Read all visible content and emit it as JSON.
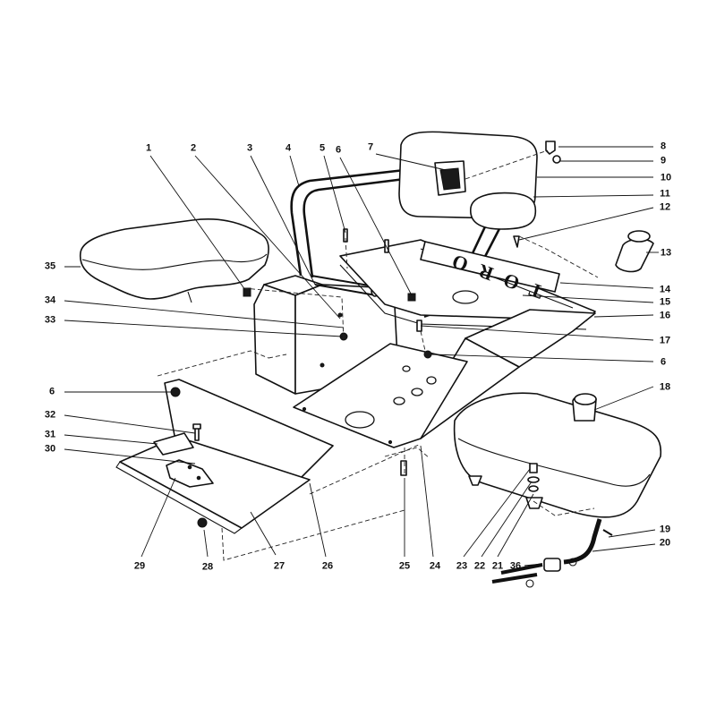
{
  "diagram": {
    "logo_text": "TORO",
    "callouts": [
      {
        "id": "c1",
        "label": "1"
      },
      {
        "id": "c2",
        "label": "2"
      },
      {
        "id": "c3",
        "label": "3"
      },
      {
        "id": "c4",
        "label": "4"
      },
      {
        "id": "c5",
        "label": "5"
      },
      {
        "id": "c6a",
        "label": "6"
      },
      {
        "id": "c7",
        "label": "7"
      },
      {
        "id": "c8",
        "label": "8"
      },
      {
        "id": "c9",
        "label": "9"
      },
      {
        "id": "c10",
        "label": "10"
      },
      {
        "id": "c11",
        "label": "11"
      },
      {
        "id": "c12",
        "label": "12"
      },
      {
        "id": "c13",
        "label": "13"
      },
      {
        "id": "c14",
        "label": "14"
      },
      {
        "id": "c15",
        "label": "15"
      },
      {
        "id": "c16",
        "label": "16"
      },
      {
        "id": "c17",
        "label": "17"
      },
      {
        "id": "c6b",
        "label": "6"
      },
      {
        "id": "c18",
        "label": "18"
      },
      {
        "id": "c19",
        "label": "19"
      },
      {
        "id": "c20",
        "label": "20"
      },
      {
        "id": "c35",
        "label": "35"
      },
      {
        "id": "c34",
        "label": "34"
      },
      {
        "id": "c33",
        "label": "33"
      },
      {
        "id": "c6c",
        "label": "6"
      },
      {
        "id": "c32",
        "label": "32"
      },
      {
        "id": "c31",
        "label": "31"
      },
      {
        "id": "c30",
        "label": "30"
      },
      {
        "id": "c29",
        "label": "29"
      },
      {
        "id": "c28",
        "label": "28"
      },
      {
        "id": "c27",
        "label": "27"
      },
      {
        "id": "c26",
        "label": "26"
      },
      {
        "id": "c25",
        "label": "25"
      },
      {
        "id": "c24",
        "label": "24"
      },
      {
        "id": "c23",
        "label": "23"
      },
      {
        "id": "c22",
        "label": "22"
      },
      {
        "id": "c21",
        "label": "21"
      },
      {
        "id": "c36",
        "label": "36"
      }
    ]
  }
}
